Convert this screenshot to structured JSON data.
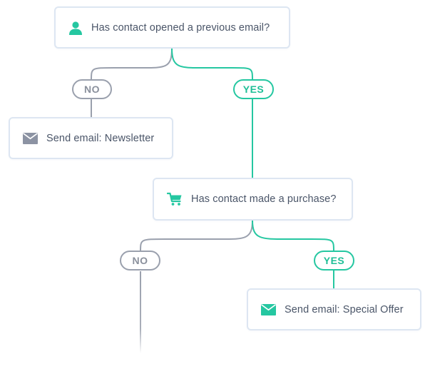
{
  "colors": {
    "accent": "#25c7a1",
    "neutral": "#9aa0ad",
    "node_border": "#dde6f2",
    "text": "#4a5568",
    "icon_gray": "#8c93a3"
  },
  "nodes": {
    "q1": {
      "icon": "user-icon",
      "label": "Has contact opened a previous email?"
    },
    "a_newsletter": {
      "icon": "envelope-icon",
      "label": "Send email: Newsletter"
    },
    "q2": {
      "icon": "shopping-cart-icon",
      "label": "Has contact made a purchase?"
    },
    "a_offer": {
      "icon": "envelope-icon",
      "label": "Send email: Special Offer"
    }
  },
  "branches": {
    "q1_no": "NO",
    "q1_yes": "YES",
    "q2_no": "NO",
    "q2_yes": "YES"
  }
}
